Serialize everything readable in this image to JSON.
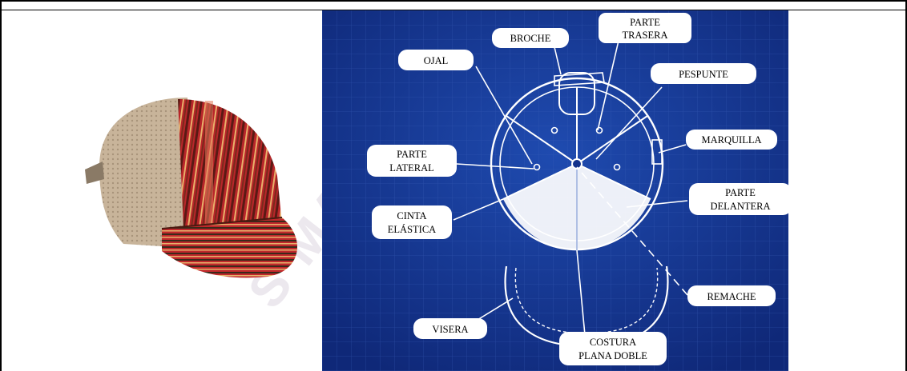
{
  "photo": {
    "icon": "cap-photo"
  },
  "diagram": {
    "labels": {
      "broche": "BROCHE",
      "parte_trasera_1": "PARTE",
      "parte_trasera_2": "TRASERA",
      "ojal": "OJAL",
      "pespunte": "PESPUNTE",
      "marquilla": "MARQUILLA",
      "parte_lateral_1": "PARTE",
      "parte_lateral_2": "LATERAL",
      "parte_delantera_1": "PARTE",
      "parte_delantera_2": "DELANTERA",
      "cinta_1": "CINTA",
      "cinta_2": "ELÁSTICA",
      "remache": "REMACHE",
      "visera": "VISERA",
      "costura_1": "COSTURA",
      "costura_2": "PLANA DOBLE"
    },
    "colors": {
      "blueprint": "#13328c",
      "grid": "#3a5fb8",
      "line": "#ffffff"
    }
  },
  "watermark": {
    "text": "S MA"
  }
}
